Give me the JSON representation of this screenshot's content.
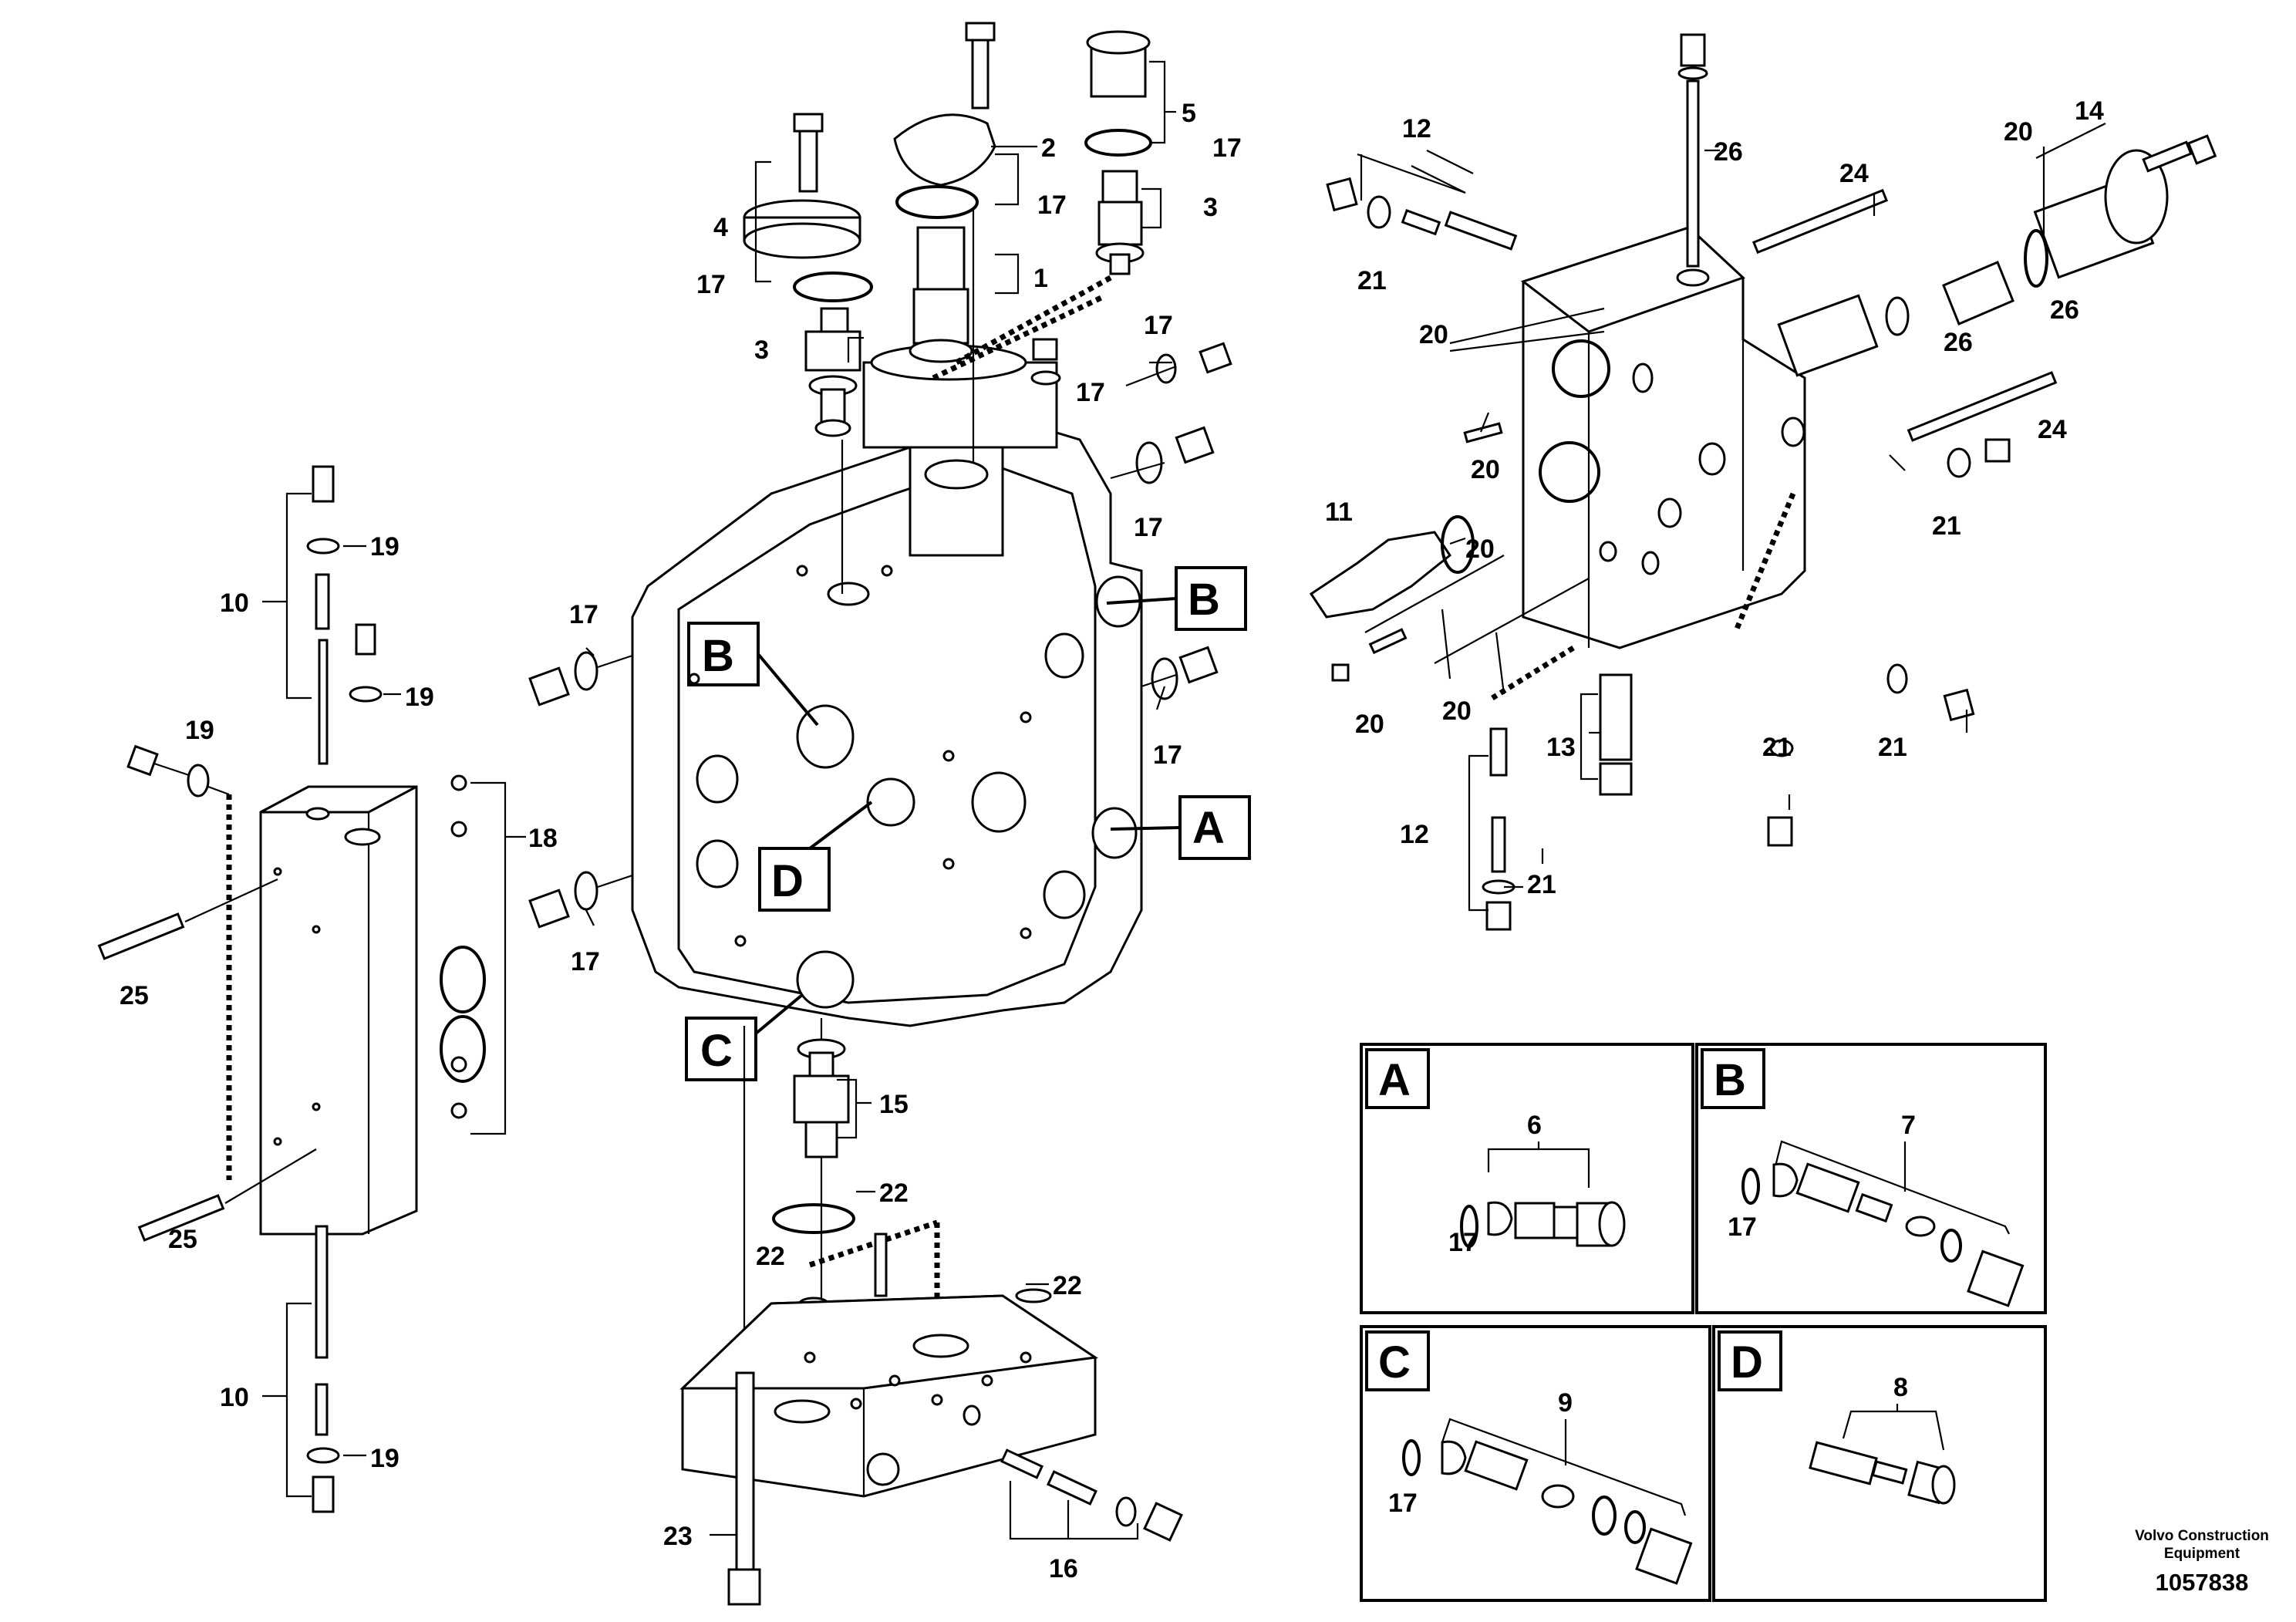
{
  "drawing": {
    "credit_line1": "Volvo Construction",
    "credit_line2": "Equipment",
    "drawing_number": "1057838"
  },
  "view_labels": {
    "B": "B",
    "D": "D",
    "C": "C",
    "A": "A"
  },
  "detail_boxes": {
    "A": {
      "label": "A",
      "callout_main": "6",
      "callout_seal": "17"
    },
    "B": {
      "label": "B",
      "callout_main": "7",
      "callout_seal": "17"
    },
    "C": {
      "label": "C",
      "callout_main": "9",
      "callout_seal": "17"
    },
    "D": {
      "label": "D",
      "callout_main": "8"
    }
  },
  "callouts": {
    "n2": "2",
    "n5": "5",
    "n17_top": "17",
    "n17_cap": "17",
    "n17_top2": "17",
    "n3_right": "3",
    "n4": "4",
    "n1": "1",
    "n17_left": "17",
    "n3_left": "3",
    "n17_plug1": "17",
    "n17_plug_top": "17",
    "n17_plug2": "17",
    "n17_left_mid": "17",
    "n17_right_mid": "17",
    "n17_left_low": "17",
    "n19_a": "19",
    "n10_top": "10",
    "n19_b": "19",
    "n19_c": "19",
    "n18": "18",
    "n25_a": "25",
    "n25_b": "25",
    "n10_bot": "10",
    "n19_d": "19",
    "n15": "15",
    "n22_a": "22",
    "n22_b": "22",
    "n22_c": "22",
    "n23": "23",
    "n16": "16",
    "n12_top": "12",
    "n26_top": "26",
    "n24_top": "24",
    "n20_top": "20",
    "n14": "14",
    "n21_top": "21",
    "n20_left": "20",
    "n26_mid": "26",
    "n26_right": "26",
    "n20_pin": "20",
    "n24_right": "24",
    "n11": "11",
    "n20_spring": "20",
    "n21_right": "21",
    "n20_low": "20",
    "n20_low2": "20",
    "n13": "13",
    "n21_low": "21",
    "n21_low2": "21",
    "n12_bot": "12",
    "n21_bot": "21"
  }
}
